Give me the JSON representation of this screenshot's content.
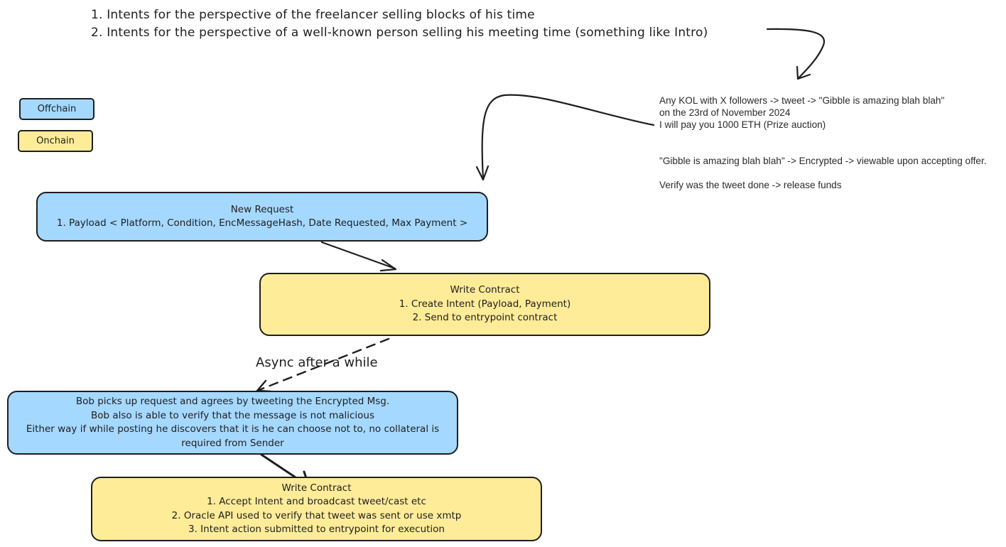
{
  "notes": [
    "1. Intents for the perspective of the freelancer selling blocks of his time",
    "2. Intents for the perspective of a well-known person selling his meeting time (something like Intro)"
  ],
  "legend": {
    "offchain": "Offchain",
    "onchain": "Onchain"
  },
  "colors": {
    "offchain": "#a5d8ff",
    "onchain": "#ffec99",
    "stroke": "#1e1e1e"
  },
  "side_notes": {
    "kol_line1": "Any KOL with X followers -> tweet -> \"Gibble is amazing blah blah\"",
    "kol_line2": "on the 23rd of November 2024",
    "kol_line3": "I will pay you 1000 ETH (Prize auction)",
    "encrypted": "\"Gibble is amazing blah blah\" -> Encrypted -> viewable upon accepting offer.",
    "verify": "Verify was the tweet done -> release funds"
  },
  "boxes": {
    "new_request": {
      "title": "New Request",
      "line1": "1. Payload < Platform, Condition, EncMessageHash, Date Requested, Max Payment >"
    },
    "write_contract_1": {
      "title": "Write Contract",
      "line1": "1. Create Intent (Payload, Payment)",
      "line2": "2. Send to entrypoint contract"
    },
    "bob": {
      "line1": "Bob picks up request and agrees by tweeting the Encrypted Msg.",
      "line2": "Bob also is able to verify that the message is not malicious",
      "line3": "Either way if while posting he discovers that it is he can choose not to, no collateral is required from Sender"
    },
    "write_contract_2": {
      "title": "Write Contract",
      "line1": "1. Accept Intent and broadcast tweet/cast etc",
      "line2": "2. Oracle API used to verify that tweet was sent or use xmtp",
      "line3": "3. Intent  action submitted to entrypoint for execution"
    }
  },
  "async_label": "Async after a while"
}
